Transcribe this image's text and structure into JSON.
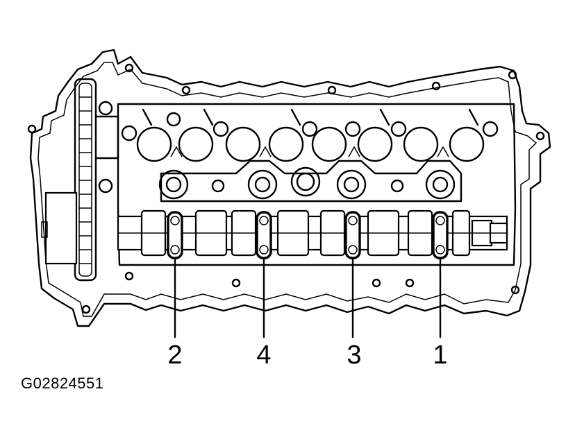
{
  "callouts": [
    {
      "id": "2",
      "label": "2"
    },
    {
      "id": "4",
      "label": "4"
    },
    {
      "id": "3",
      "label": "3"
    },
    {
      "id": "1",
      "label": "1"
    }
  ],
  "figure_id": "G02824551"
}
